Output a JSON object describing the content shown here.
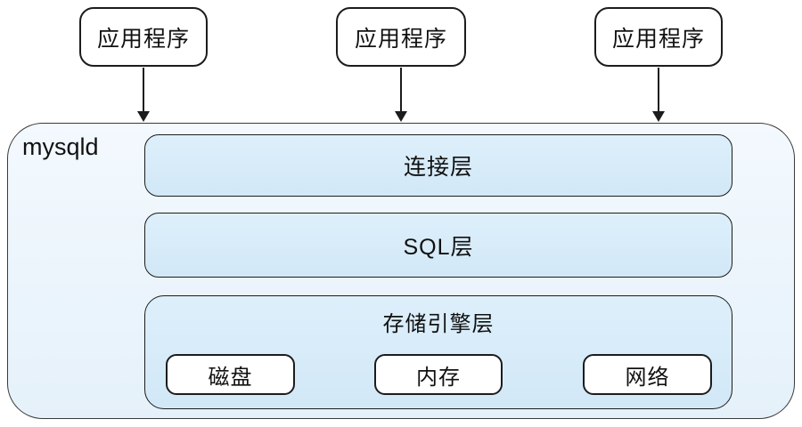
{
  "diagram": {
    "clients": [
      {
        "label": "应用程序"
      },
      {
        "label": "应用程序"
      },
      {
        "label": "应用程序"
      }
    ],
    "server": {
      "label": "mysqld",
      "layers": [
        {
          "label": "连接层"
        },
        {
          "label": "SQL层"
        },
        {
          "label": "存储引擎层",
          "components": [
            {
              "label": "磁盘"
            },
            {
              "label": "内存"
            },
            {
              "label": "网络"
            }
          ]
        }
      ]
    },
    "colors": {
      "server_bg_top": "#f3f9fe",
      "server_bg_bottom": "#e5f1fa",
      "layer_bg_top": "#ddeffb",
      "layer_bg_bottom": "#d2e8f7",
      "box_bg": "#ffffff",
      "border": "#1c1c1c",
      "server_border": "#3a3a3a"
    }
  }
}
